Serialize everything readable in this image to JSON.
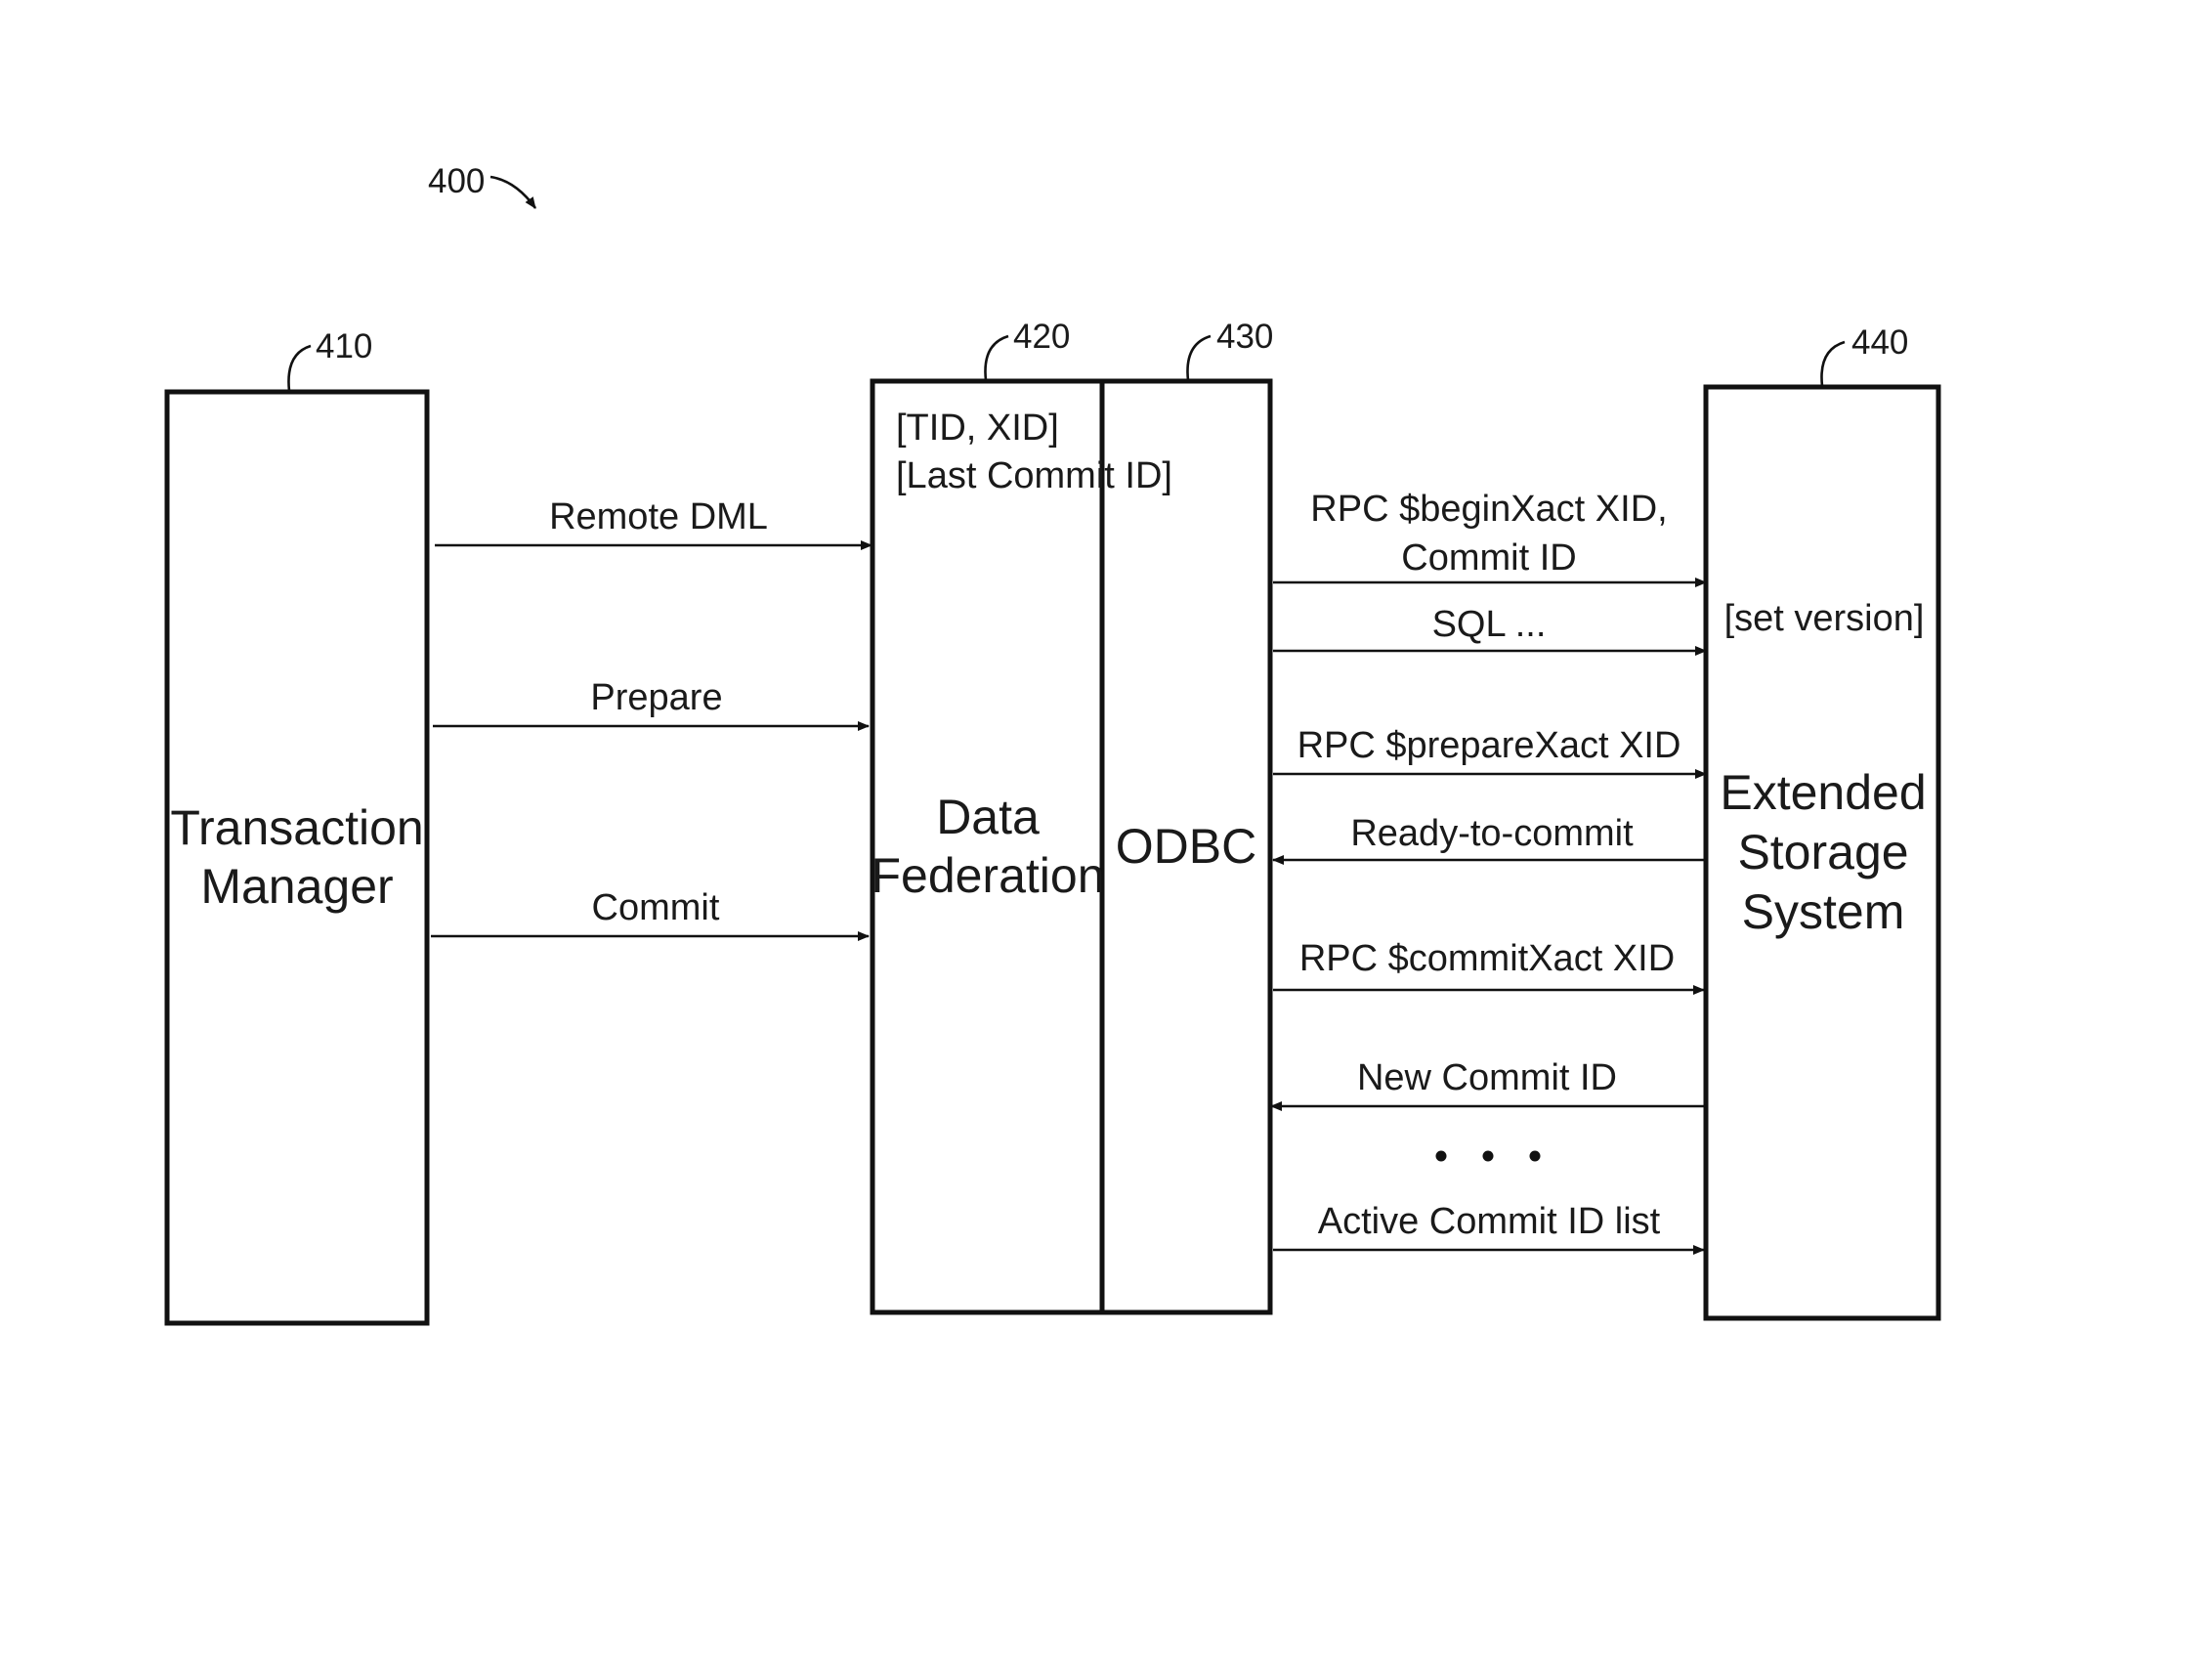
{
  "figure_ref": "400",
  "components": {
    "transaction_manager": {
      "ref": "410",
      "label_lines": [
        "Transaction",
        "Manager"
      ]
    },
    "data_federation": {
      "ref": "420",
      "label_lines": [
        "Data",
        "Federation"
      ],
      "note_lines": [
        "[TID, XID]",
        "[Last Commit ID]"
      ]
    },
    "odbc": {
      "ref": "430",
      "label": "ODBC"
    },
    "extended_storage": {
      "ref": "440",
      "label_lines": [
        "Extended",
        "Storage",
        "System"
      ],
      "note": "[set version]"
    }
  },
  "messages_left": [
    {
      "lines": [
        "Remote DML"
      ],
      "direction": "right"
    },
    {
      "lines": [
        "Prepare"
      ],
      "direction": "right"
    },
    {
      "lines": [
        "Commit"
      ],
      "direction": "right"
    }
  ],
  "messages_right": [
    {
      "lines": [
        "RPC $beginXact XID,",
        "Commit ID"
      ],
      "direction": "right"
    },
    {
      "lines": [
        "SQL ..."
      ],
      "direction": "right"
    },
    {
      "lines": [
        "RPC $prepareXact XID"
      ],
      "direction": "right"
    },
    {
      "lines": [
        "Ready-to-commit"
      ],
      "direction": "left"
    },
    {
      "lines": [
        "RPC $commitXact XID"
      ],
      "direction": "right"
    },
    {
      "lines": [
        "New Commit ID"
      ],
      "direction": "left"
    },
    {
      "lines": [
        "Active Commit ID list"
      ],
      "direction": "right"
    }
  ]
}
